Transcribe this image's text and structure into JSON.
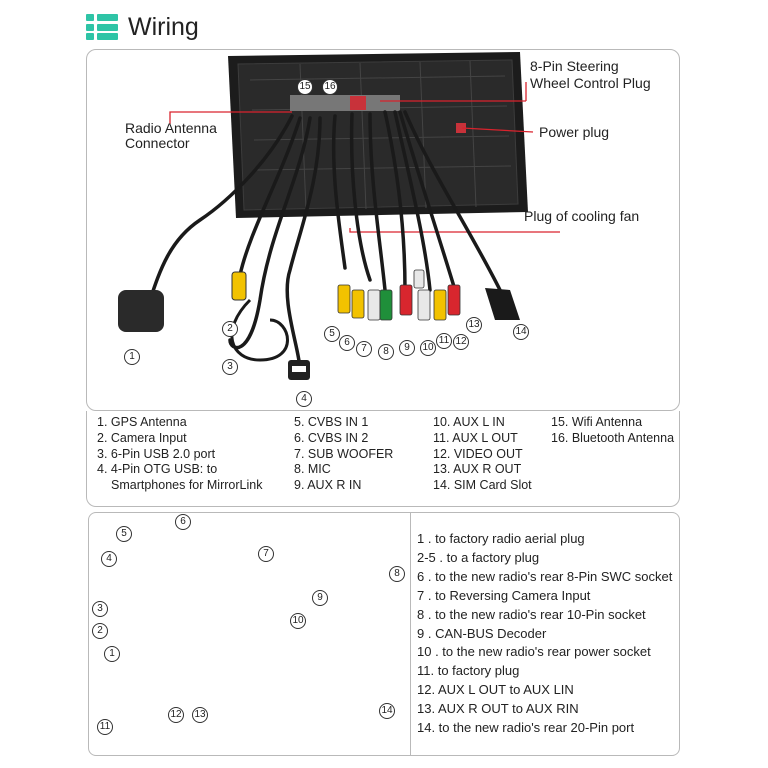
{
  "header": {
    "title": "Wiring"
  },
  "callouts": {
    "steering": "8-Pin Steering\nWheel Control Plug",
    "power": "Power plug",
    "antenna": "Radio Antenna\nConnector",
    "fan": "Plug of cooling fan"
  },
  "diagram_numbers": [
    "1",
    "2",
    "3",
    "4",
    "5",
    "6",
    "7",
    "8",
    "9",
    "10",
    "11",
    "12",
    "13",
    "14",
    "15",
    "16"
  ],
  "legend": {
    "col1": [
      "1. GPS Antenna",
      "2. Camera Input",
      "3. 6-Pin USB 2.0 port",
      "4. 4-Pin OTG USB: to",
      "Smartphones for MirrorLink"
    ],
    "col2": [
      "5. CVBS IN 1",
      "6. CVBS IN 2",
      "7. SUB WOOFER",
      "8. MIC",
      "9. AUX R IN"
    ],
    "col3": [
      "10. AUX L IN",
      "11. AUX L OUT",
      "12. VIDEO OUT",
      "13. AUX R OUT",
      "14. SIM Card Slot"
    ],
    "col4": [
      "15. Wifi Antenna",
      "16. Bluetooth Antenna"
    ]
  },
  "harness_numbers": [
    "1",
    "2",
    "3",
    "4",
    "5",
    "6",
    "7",
    "8",
    "9",
    "10",
    "11",
    "12",
    "13",
    "14"
  ],
  "harness_list": [
    "1 . to factory radio aerial plug",
    "2-5 . to a factory plug",
    "6 . to the new radio's rear 8-Pin SWC socket",
    "7 . to Reversing Camera Input",
    "8 . to the new radio's rear 10-Pin socket",
    "9 . CAN-BUS Decoder",
    "10 . to the new radio's rear power socket",
    "11. to factory plug",
    "12. AUX L OUT to AUX LIN",
    "13. AUX R OUT to AUX RIN",
    "14. to the new radio's rear 20-Pin port"
  ],
  "colors": {
    "accent": "#2ec4a6",
    "callout_line": "#d9232d",
    "cable": "#1a1a1a",
    "yellow": "#f2c200",
    "red": "#d8262e",
    "white": "#e8e8e8",
    "green": "#1f8f3a"
  }
}
